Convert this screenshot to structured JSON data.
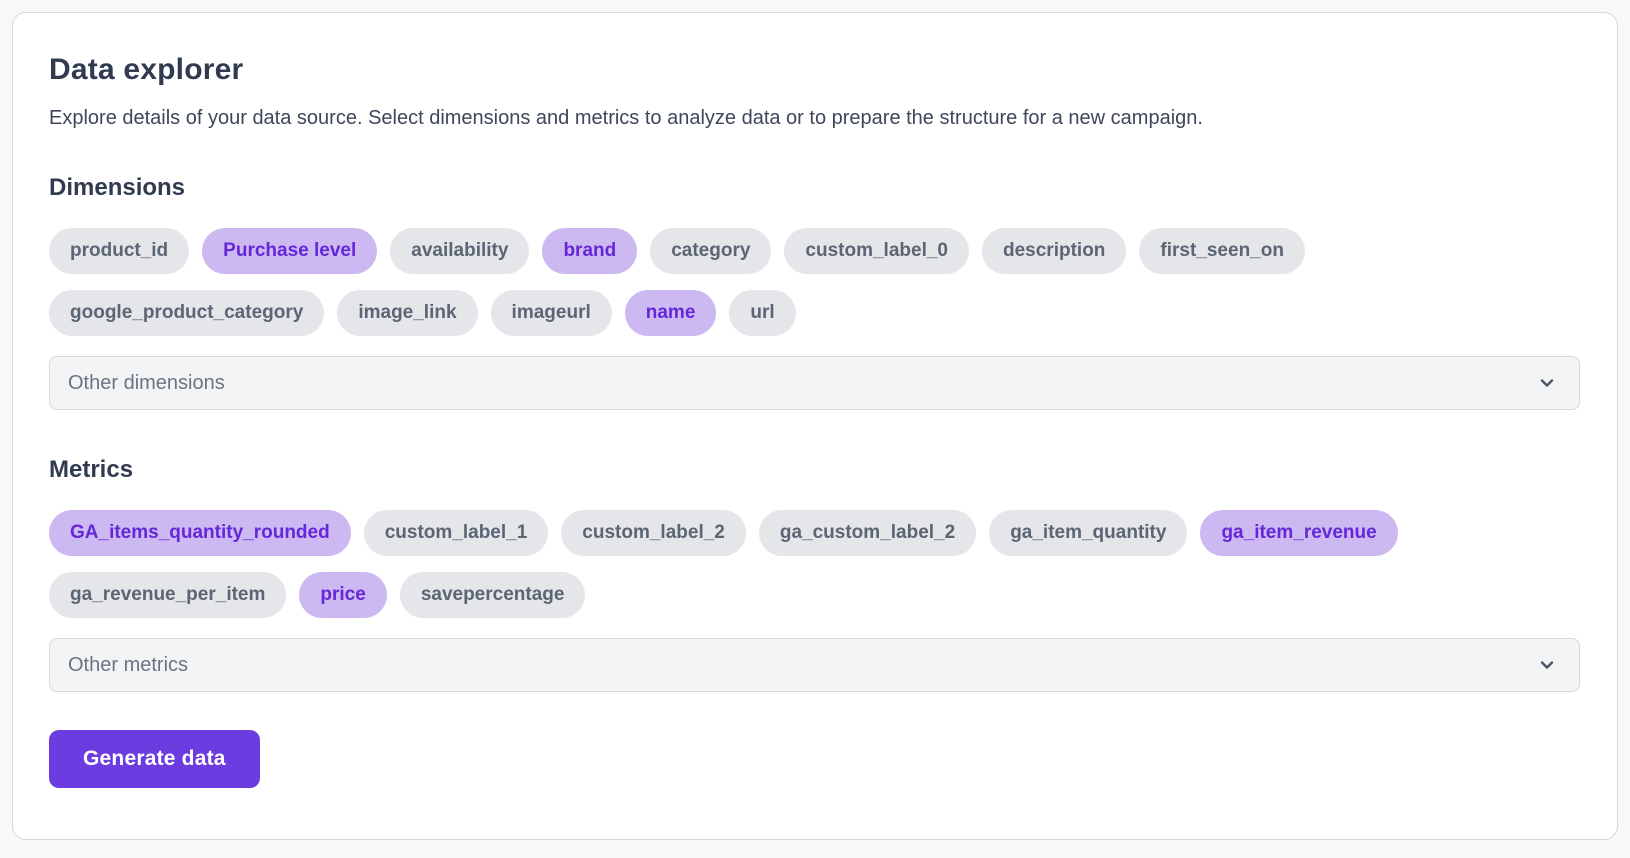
{
  "page": {
    "title": "Data explorer",
    "subtitle": "Explore details of your data source. Select dimensions and metrics to analyze data or to prepare the structure for a new campaign."
  },
  "dimensions": {
    "heading": "Dimensions",
    "chips": [
      {
        "label": "product_id",
        "selected": false
      },
      {
        "label": "Purchase level",
        "selected": true
      },
      {
        "label": "availability",
        "selected": false
      },
      {
        "label": "brand",
        "selected": true
      },
      {
        "label": "category",
        "selected": false
      },
      {
        "label": "custom_label_0",
        "selected": false
      },
      {
        "label": "description",
        "selected": false
      },
      {
        "label": "first_seen_on",
        "selected": false
      },
      {
        "label": "google_product_category",
        "selected": false
      },
      {
        "label": "image_link",
        "selected": false
      },
      {
        "label": "imageurl",
        "selected": false
      },
      {
        "label": "name",
        "selected": true
      },
      {
        "label": "url",
        "selected": false
      }
    ],
    "other_dropdown_placeholder": "Other dimensions"
  },
  "metrics": {
    "heading": "Metrics",
    "chips": [
      {
        "label": "GA_items_quantity_rounded",
        "selected": true
      },
      {
        "label": "custom_label_1",
        "selected": false
      },
      {
        "label": "custom_label_2",
        "selected": false
      },
      {
        "label": "ga_custom_label_2",
        "selected": false
      },
      {
        "label": "ga_item_quantity",
        "selected": false
      },
      {
        "label": "ga_item_revenue",
        "selected": true
      },
      {
        "label": "ga_revenue_per_item",
        "selected": false
      },
      {
        "label": "price",
        "selected": true
      },
      {
        "label": "savepercentage",
        "selected": false
      }
    ],
    "other_dropdown_placeholder": "Other metrics"
  },
  "actions": {
    "generate_label": "Generate data"
  },
  "icons": {
    "dropdown_chevron": "chevron-down-icon"
  },
  "colors": {
    "accent": "#6c3ce0",
    "chip_bg": "#e4e6e9",
    "chip_text": "#5b6574",
    "chip_selected_bg": "#cdb9f2",
    "chip_selected_text": "#6527d8",
    "page_bg": "#f7f8fa"
  }
}
